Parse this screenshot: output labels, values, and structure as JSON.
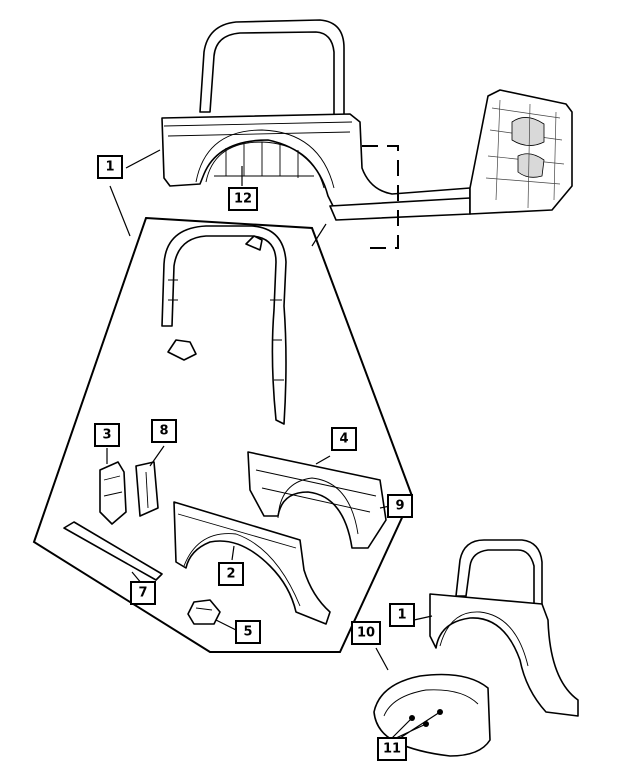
{
  "callouts": {
    "c1_top": "1",
    "c12": "12",
    "c3": "3",
    "c8": "8",
    "c4": "4",
    "c9": "9",
    "c2": "2",
    "c7": "7",
    "c5": "5",
    "c10": "10",
    "c1_bottom": "1",
    "c11": "11"
  },
  "colors": {
    "line": "#000000",
    "background": "#ffffff",
    "shade": "#d9d9d9"
  }
}
